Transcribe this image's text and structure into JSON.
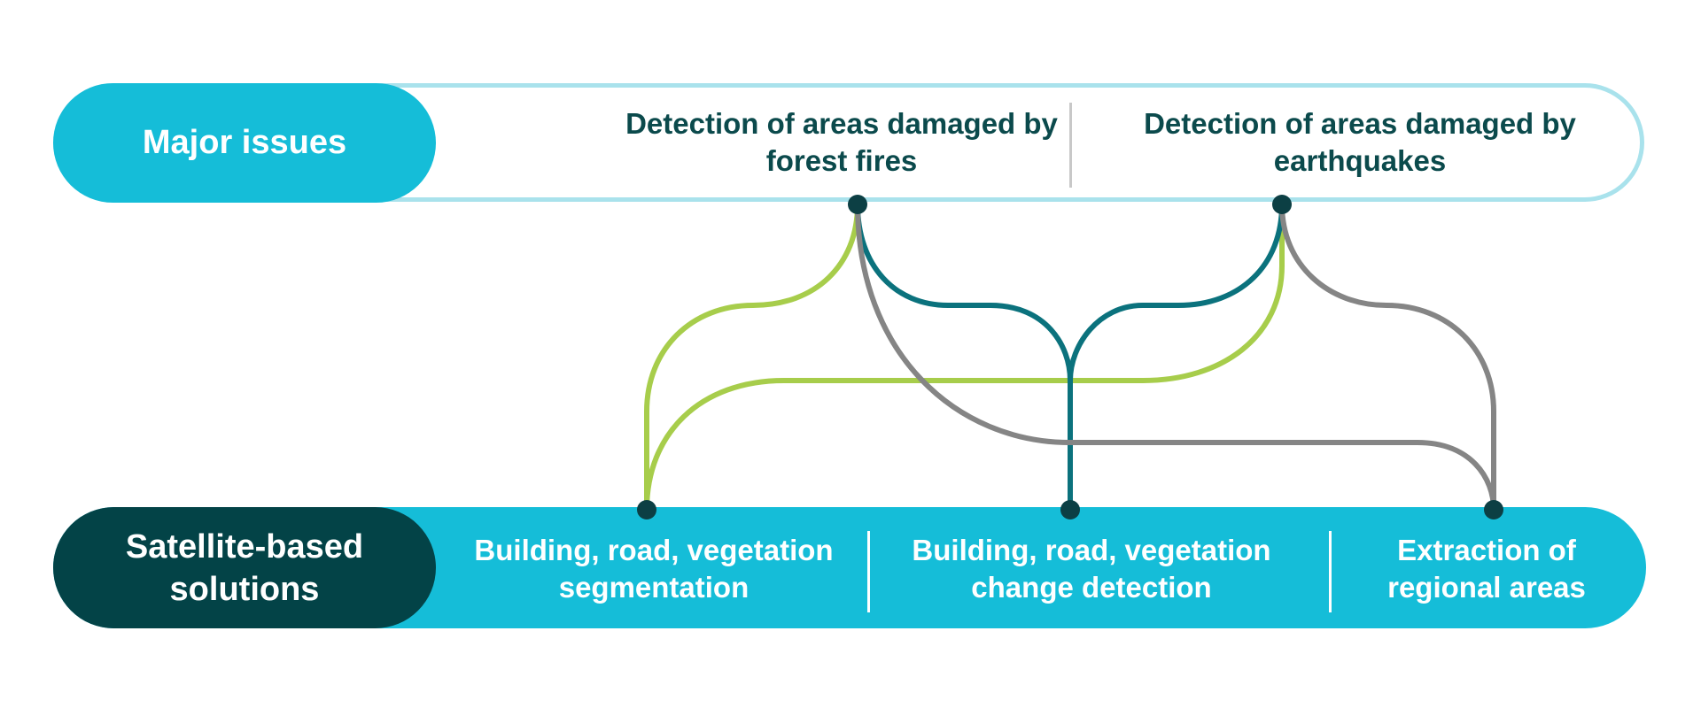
{
  "colors": {
    "accent_cyan": "#15bdd8",
    "dark_teal": "#034347",
    "band_outline": "#a9e2ec",
    "issue_text": "#0b4a4c",
    "link_green": "#a7cd4b",
    "link_teal": "#0b727d",
    "link_gray": "#858585",
    "node_dark": "#0c3f44"
  },
  "major_issues": {
    "label": "Major issues",
    "items": [
      {
        "text": "Detection of areas damaged by forest fires"
      },
      {
        "text": "Detection of areas damaged by earthquakes"
      }
    ]
  },
  "solutions": {
    "label": "Satellite-based solutions",
    "items": [
      {
        "text": "Building, road, vegetation segmentation"
      },
      {
        "text": "Building, road, vegetation change detection"
      },
      {
        "text": "Extraction of regional areas"
      }
    ]
  },
  "connections": [
    {
      "from": "Detection of areas damaged by forest fires",
      "to": "Building, road, vegetation segmentation",
      "color": "#a7cd4b"
    },
    {
      "from": "Detection of areas damaged by forest fires",
      "to": "Building, road, vegetation change detection",
      "color": "#0b727d"
    },
    {
      "from": "Detection of areas damaged by forest fires",
      "to": "Extraction of regional areas",
      "color": "#858585"
    },
    {
      "from": "Detection of areas damaged by earthquakes",
      "to": "Building, road, vegetation segmentation",
      "color": "#a7cd4b"
    },
    {
      "from": "Detection of areas damaged by earthquakes",
      "to": "Building, road, vegetation change detection",
      "color": "#0b727d"
    },
    {
      "from": "Detection of areas damaged by earthquakes",
      "to": "Extraction of regional areas",
      "color": "#858585"
    }
  ]
}
